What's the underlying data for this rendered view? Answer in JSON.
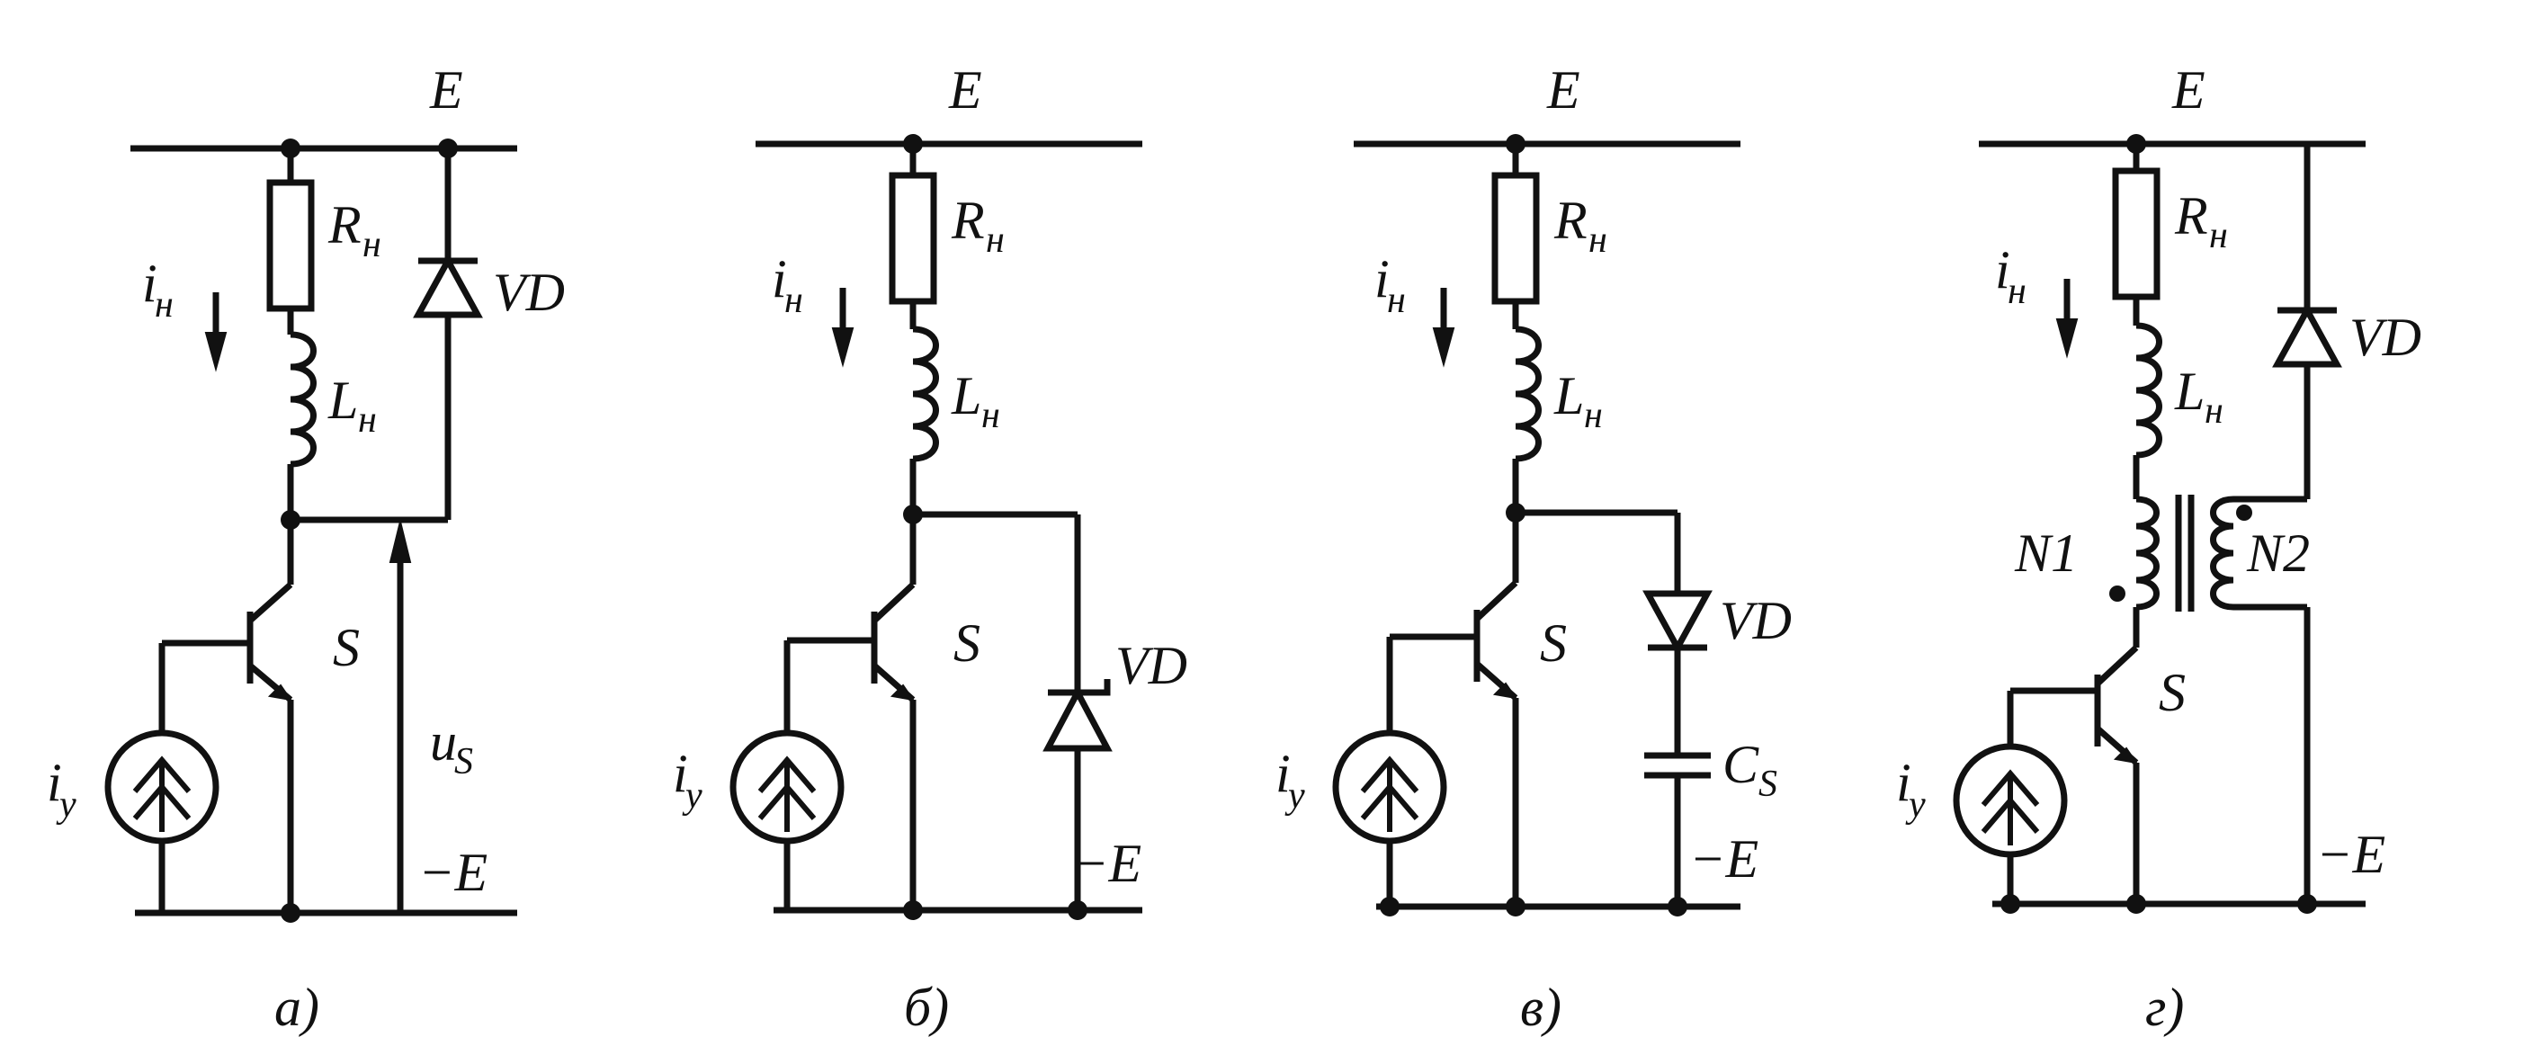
{
  "labels": {
    "E": "E",
    "minus_E": "−E",
    "R_main": "R",
    "R_sub": "н",
    "L_main": "L",
    "L_sub": "н",
    "i_main": "i",
    "i_load_sub": "н",
    "i_ctrl_sub": "у",
    "S": "S",
    "VD": "VD",
    "u_main": "u",
    "u_sub": "S",
    "C_main": "C",
    "C_sub": "S",
    "N1": "N1",
    "N2": "N2"
  },
  "captions": {
    "a": "а)",
    "b": "б)",
    "v": "в)",
    "g": "г)"
  }
}
